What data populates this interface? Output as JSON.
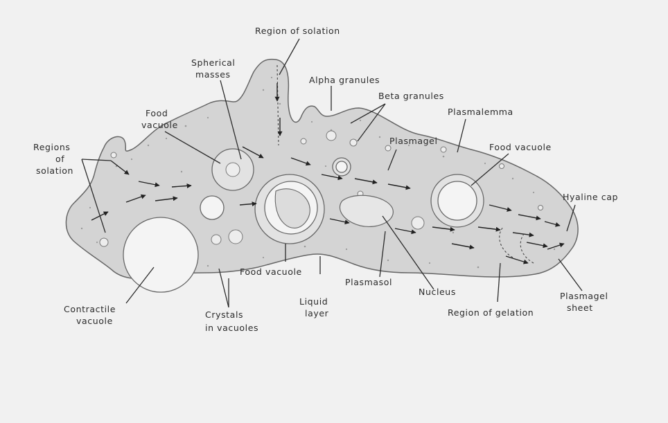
{
  "labels": {
    "region_of_solation_top": "Region of solation",
    "spherical_masses_1": "Spherical",
    "spherical_masses_2": "masses",
    "alpha_granules": "Alpha granules",
    "beta_granules": "Beta granules",
    "plasmalemma": "Plasmalemma",
    "food_vacuole_left_1": "Food",
    "food_vacuole_left_2": "vacuole",
    "plasmagel": "Plasmagel",
    "food_vacuole_right": "Food vacuole",
    "regions_of_solation_1": "Regions",
    "regions_of_solation_2": "of",
    "regions_of_solation_3": "solation",
    "hyaline_cap": "Hyaline cap",
    "food_vacuole_bottom": "Food vacuole",
    "plasmasol": "Plasmasol",
    "nucleus": "Nucleus",
    "liquid_layer_1": "Liquid",
    "liquid_layer_2": "layer",
    "plasmagel_sheet_1": "Plasmagel",
    "plasmagel_sheet_2": "sheet",
    "region_of_gelation": "Region of gelation",
    "contractile_vacuole_1": "Contractile",
    "contractile_vacuole_2": "vacuole",
    "crystals_in_vacuoles_1": "Crystals",
    "crystals_in_vacuoles_2": "in vacuoles"
  },
  "colors": {
    "background": "#f1f1f1",
    "cytoplasm": "#d4d4d4",
    "ink": "#2b2b2b"
  }
}
